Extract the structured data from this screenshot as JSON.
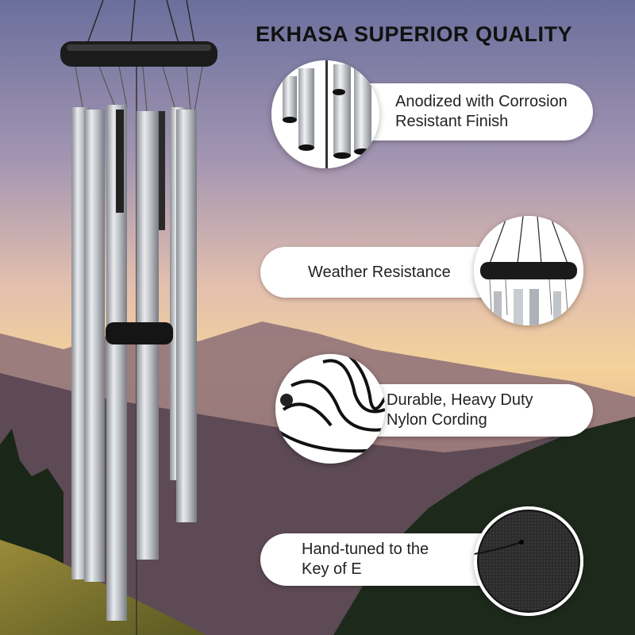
{
  "headline": "EKHASA SUPERIOR QUALITY",
  "features": [
    {
      "text": "Anodized with Corrosion\nResistant Finish",
      "icon": "chime-tubes-closeup-icon"
    },
    {
      "text": "Weather Resistance",
      "icon": "chime-top-ring-icon"
    },
    {
      "text": "Durable, Heavy Duty\nNylon Cording",
      "icon": "nylon-cord-icon"
    },
    {
      "text": "Hand-tuned to the\nKey of E",
      "icon": "wind-sail-disc-icon"
    }
  ],
  "colors": {
    "sky_top": "#6f6f9a",
    "sky_glow": "#f0c48a",
    "mountain": "#5a4a5a",
    "forest": "#1f2a1c",
    "tube_silver": "#c9ccd0",
    "ring_black": "#1a1a1a"
  }
}
